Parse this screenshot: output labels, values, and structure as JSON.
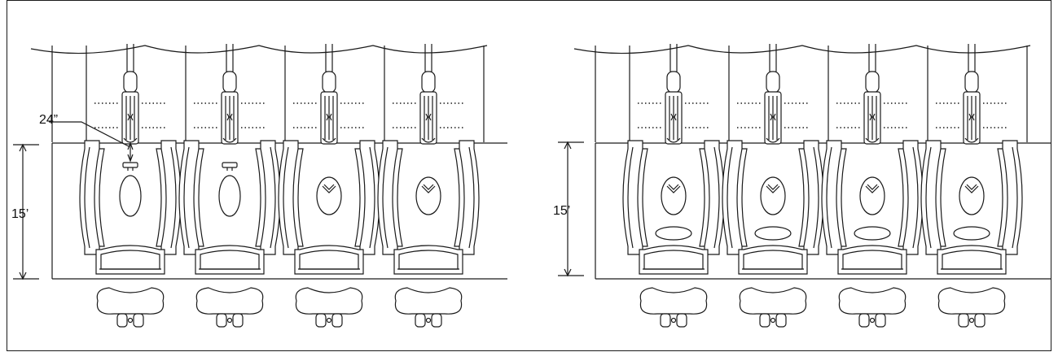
{
  "diagram": {
    "line_color": "#1a1a1a",
    "background": "#ffffff",
    "layouts": [
      {
        "id": "left-layout",
        "depth_label": "15’",
        "clearance_label": "24”",
        "stations": 4,
        "table_style": "plain-oval",
        "has_monitor_stands": true,
        "has_front_ovals": false
      },
      {
        "id": "right-layout",
        "depth_label": "15’",
        "stations": 4,
        "table_style": "oval-with-device",
        "has_monitor_stands": false,
        "has_front_ovals": true
      }
    ]
  }
}
